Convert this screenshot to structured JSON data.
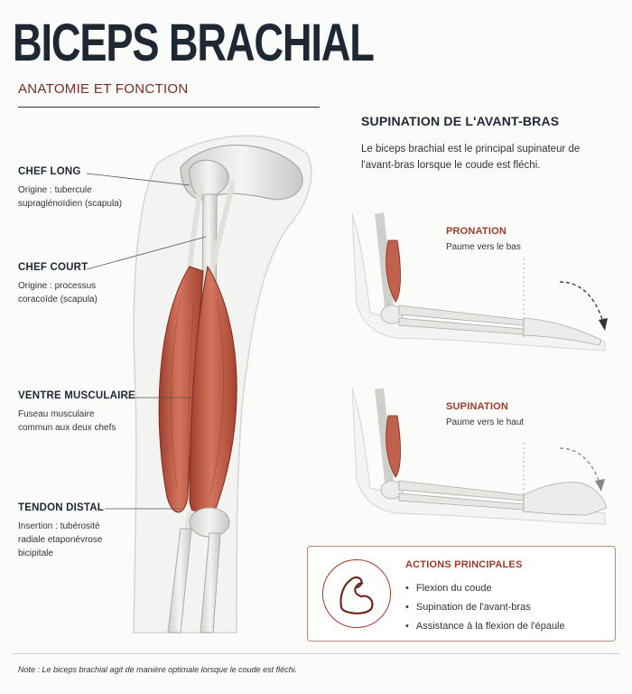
{
  "header": {
    "title": "BICEPS BRACHIAL",
    "subtitle": "ANATOMIE ET FONCTION"
  },
  "labels": [
    {
      "title": "CHEF LONG",
      "desc": "Origine : tubercule supraglénoïdien (scapula)"
    },
    {
      "title": "CHEF COURT",
      "desc": "Origine : processus coracoïde (scapula)"
    },
    {
      "title": "VENTRE MUSCULAIRE",
      "desc": "Fuseau musculaire commun aux deux chefs"
    },
    {
      "title": "TENDON DISTAL",
      "desc": "Insertion : tubérosité radiale etaponévrose bicipitale"
    }
  ],
  "supination": {
    "title": "SUPINATION DE L'AVANT-BRAS",
    "desc": "Le biceps brachial est le principal supinateur de l'avant-bras lorsque le coude est fléchi.",
    "pronation_title": "PRONATION",
    "pronation_desc": "Paume vers le bas",
    "supination_title": "SUPINATION",
    "supination_desc": "Paume vers le haut"
  },
  "actions": {
    "title": "ACTIONS PRINCIPALES",
    "items": [
      "Flexion du coude",
      "Supination de l'avant-bras",
      "Assistance à la flexion de l'épaule"
    ]
  },
  "note": "Note : Le biceps brachial agit de manière optimale lorsque le coude est fléchi.",
  "colors": {
    "accent": "#a13a2a",
    "dark_text": "#1f2733",
    "muscle": "#c0614d",
    "bone": "#e8e8e6"
  }
}
